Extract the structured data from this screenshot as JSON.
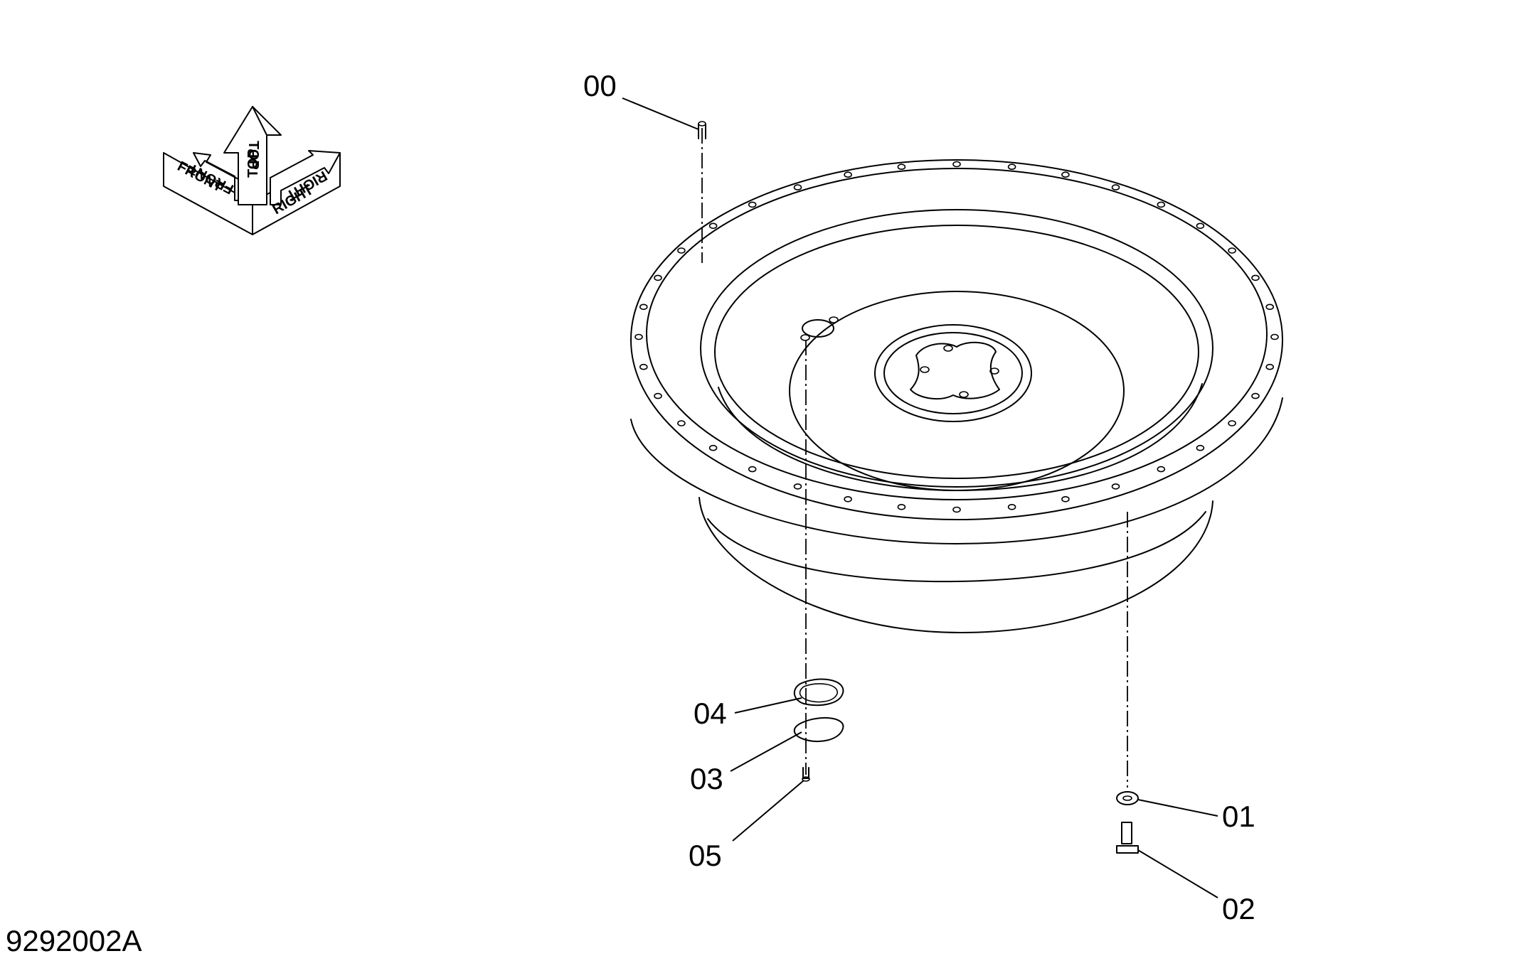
{
  "drawing_id": "9292002A",
  "orientation": {
    "front": "FRONT",
    "top": "TOP",
    "right": "RIGHT"
  },
  "callouts": [
    {
      "id": "00",
      "label": "00"
    },
    {
      "id": "01",
      "label": "01"
    },
    {
      "id": "02",
      "label": "02"
    },
    {
      "id": "03",
      "label": "03"
    },
    {
      "id": "04",
      "label": "04"
    },
    {
      "id": "05",
      "label": "05"
    }
  ]
}
